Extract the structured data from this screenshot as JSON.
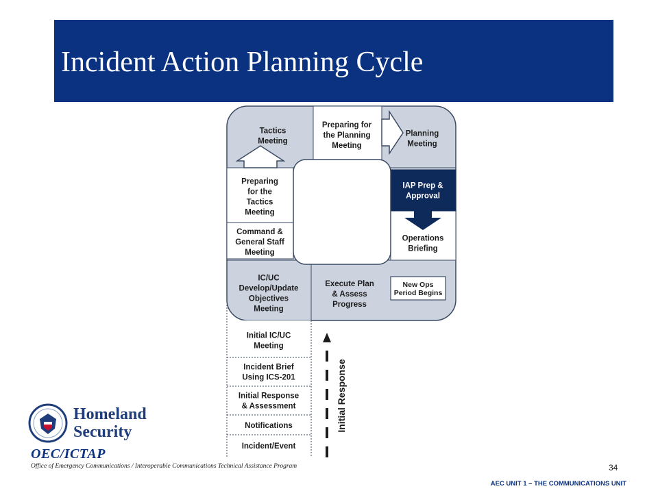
{
  "title": "Incident Action Planning Cycle",
  "cycle": {
    "tactics_meeting": [
      "Tactics",
      "Meeting"
    ],
    "preparing_planning": [
      "Preparing for",
      "the Planning",
      "Meeting"
    ],
    "planning_meeting": [
      "Planning",
      "Meeting"
    ],
    "iap_prep": [
      "IAP Prep &",
      "Approval"
    ],
    "operations_briefing": [
      "Operations",
      "Briefing"
    ],
    "execute_plan": [
      "Execute Plan",
      "& Assess",
      "Progress"
    ],
    "new_ops_period": [
      "New Ops",
      "Period Begins"
    ],
    "icuc_objectives": [
      "IC/UC",
      "Develop/Update",
      "Objectives",
      "Meeting"
    ],
    "command_staff": [
      "Command &",
      "General Staff",
      "Meeting"
    ],
    "preparing_tactics": [
      "Preparing",
      "for the",
      "Tactics",
      "Meeting"
    ]
  },
  "initial_steps": [
    [
      "Initial IC/UC",
      "Meeting"
    ],
    [
      "Incident Brief",
      "Using ICS-201"
    ],
    [
      "Initial Response",
      "& Assessment"
    ],
    [
      "Notifications"
    ],
    [
      "Incident/Event"
    ]
  ],
  "initial_response_label": "Initial Response",
  "logo": {
    "name_line1": "Homeland",
    "name_line2": "Security"
  },
  "org": {
    "acronym": "OEC/ICTAP",
    "full_name": "Office of Emergency Communications / Interoperable Communications Technical Assistance Program"
  },
  "page_number": "34",
  "footer": "AEC UNIT 1 – THE COMMUNICATIONS UNIT",
  "colors": {
    "brand_blue": "#0b3280",
    "cell_gray": "#ccd3de",
    "dark_cell": "#0e2a5a"
  }
}
